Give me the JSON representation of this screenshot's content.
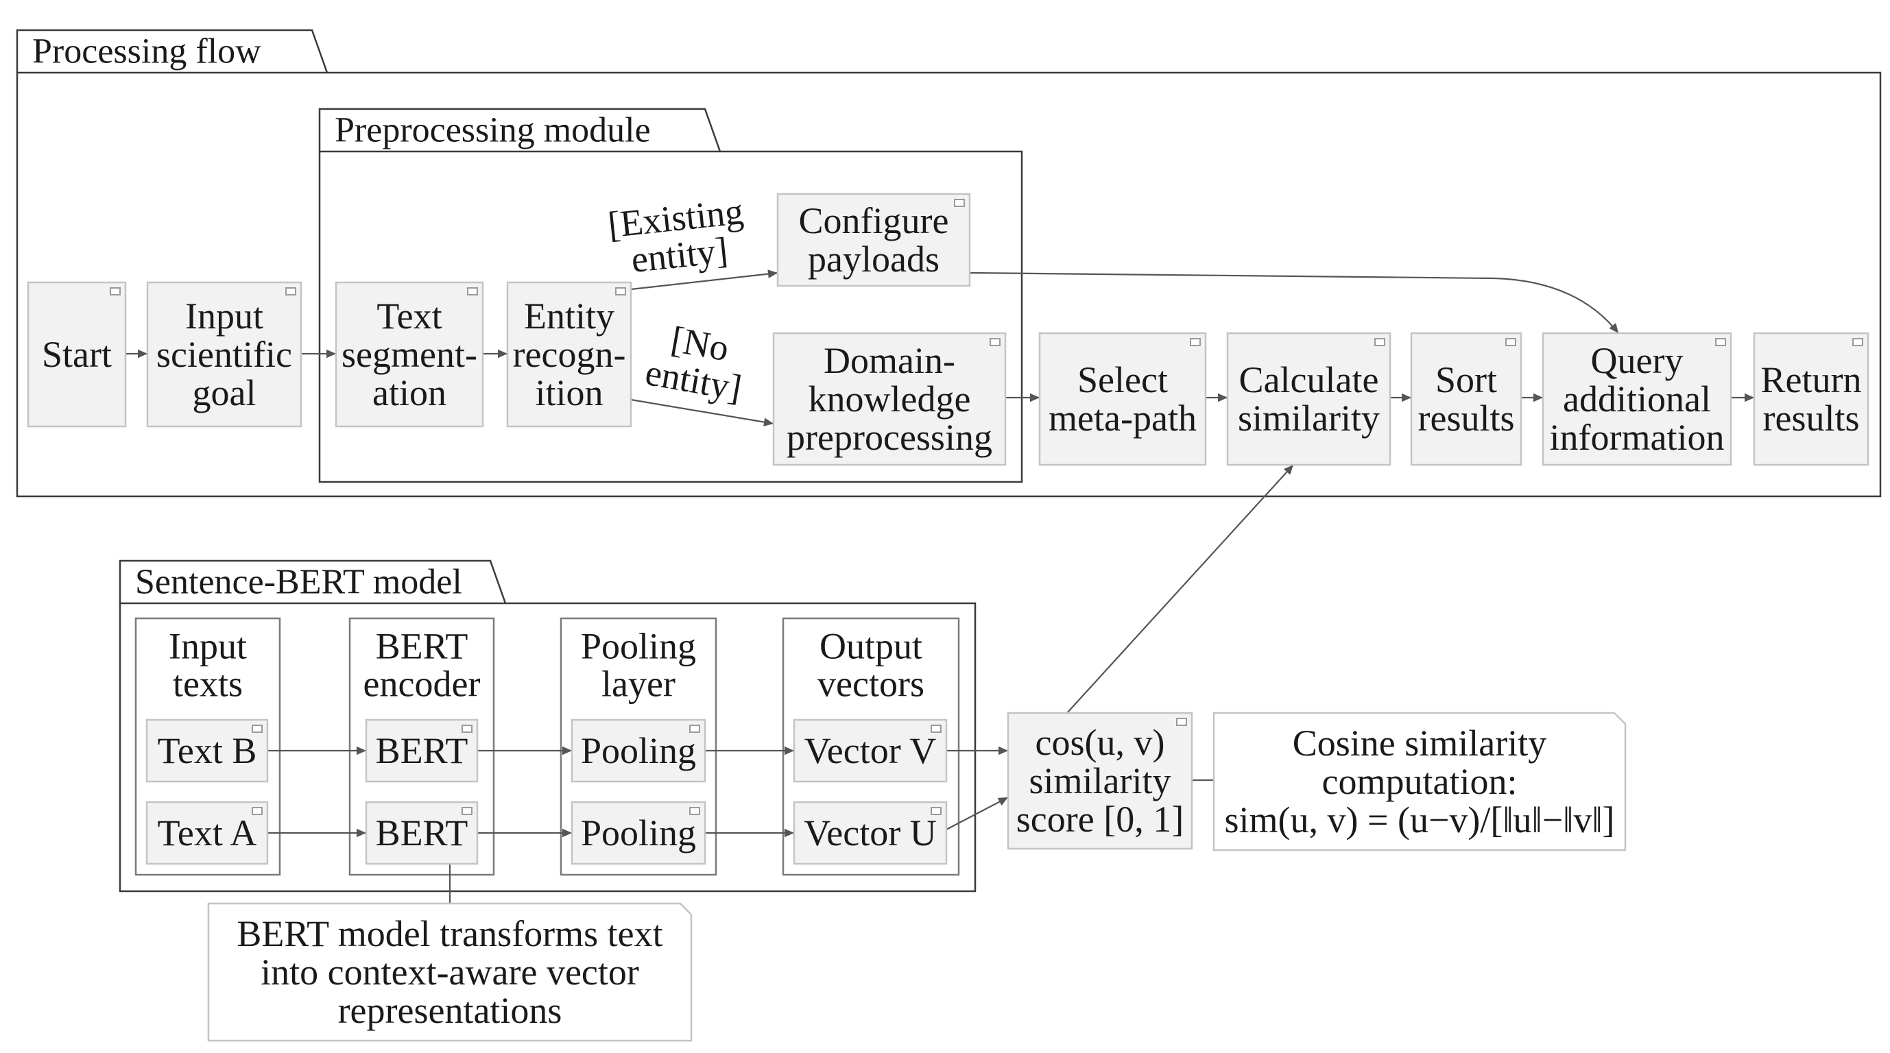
{
  "containers": {
    "processing_flow": "Processing flow",
    "preprocessing_module": "Preprocessing module",
    "sentence_bert_model": "Sentence-BERT model"
  },
  "nodes": {
    "start": [
      "Start"
    ],
    "input_goal": [
      "Input",
      "scientific",
      "goal"
    ],
    "text_segmentation": [
      "Text",
      "segment-",
      "ation"
    ],
    "entity_recognition": [
      "Entity",
      "recogn-",
      "ition"
    ],
    "configure_payloads": [
      "Configure",
      "payloads"
    ],
    "domain_preprocessing": [
      "Domain-",
      "knowledge",
      "preprocessing"
    ],
    "select_meta_path": [
      "Select",
      "meta-path"
    ],
    "calculate_similarity": [
      "Calculate",
      "similarity"
    ],
    "sort_results": [
      "Sort",
      "results"
    ],
    "query_info": [
      "Query",
      "additional",
      "information"
    ],
    "return_results": [
      "Return",
      "results"
    ],
    "text_b": [
      "Text B"
    ],
    "text_a": [
      "Text A"
    ],
    "bert_1": [
      "BERT"
    ],
    "bert_2": [
      "BERT"
    ],
    "pooling_1": [
      "Pooling"
    ],
    "pooling_2": [
      "Pooling"
    ],
    "vector_v": [
      "Vector V"
    ],
    "vector_u": [
      "Vector U"
    ],
    "cos_score": [
      "cos(u, v)",
      "similarity",
      "score [0, 1]"
    ]
  },
  "columns": {
    "input_texts": [
      "Input",
      "texts"
    ],
    "bert_encoder": [
      "BERT",
      "encoder"
    ],
    "pooling_layer": [
      "Pooling",
      "layer"
    ],
    "output_vectors": [
      "Output",
      "vectors"
    ]
  },
  "edge_labels": {
    "existing_entity": [
      "[Existing",
      "entity]"
    ],
    "no_entity": [
      "[No",
      "entity]"
    ]
  },
  "notes": {
    "cosine": [
      "Cosine similarity",
      "computation:",
      "sim(u, v) = (u−v)/[‖u‖−‖v‖]"
    ],
    "bert": [
      "BERT model transforms text",
      "into context-aware vector",
      "representations"
    ]
  },
  "colors": {
    "node_fill": "#f2f2f2",
    "node_border": "#c4c4c4",
    "container_border": "#3a3a3a",
    "arrow": "#555555",
    "text": "#1a1a1a"
  }
}
